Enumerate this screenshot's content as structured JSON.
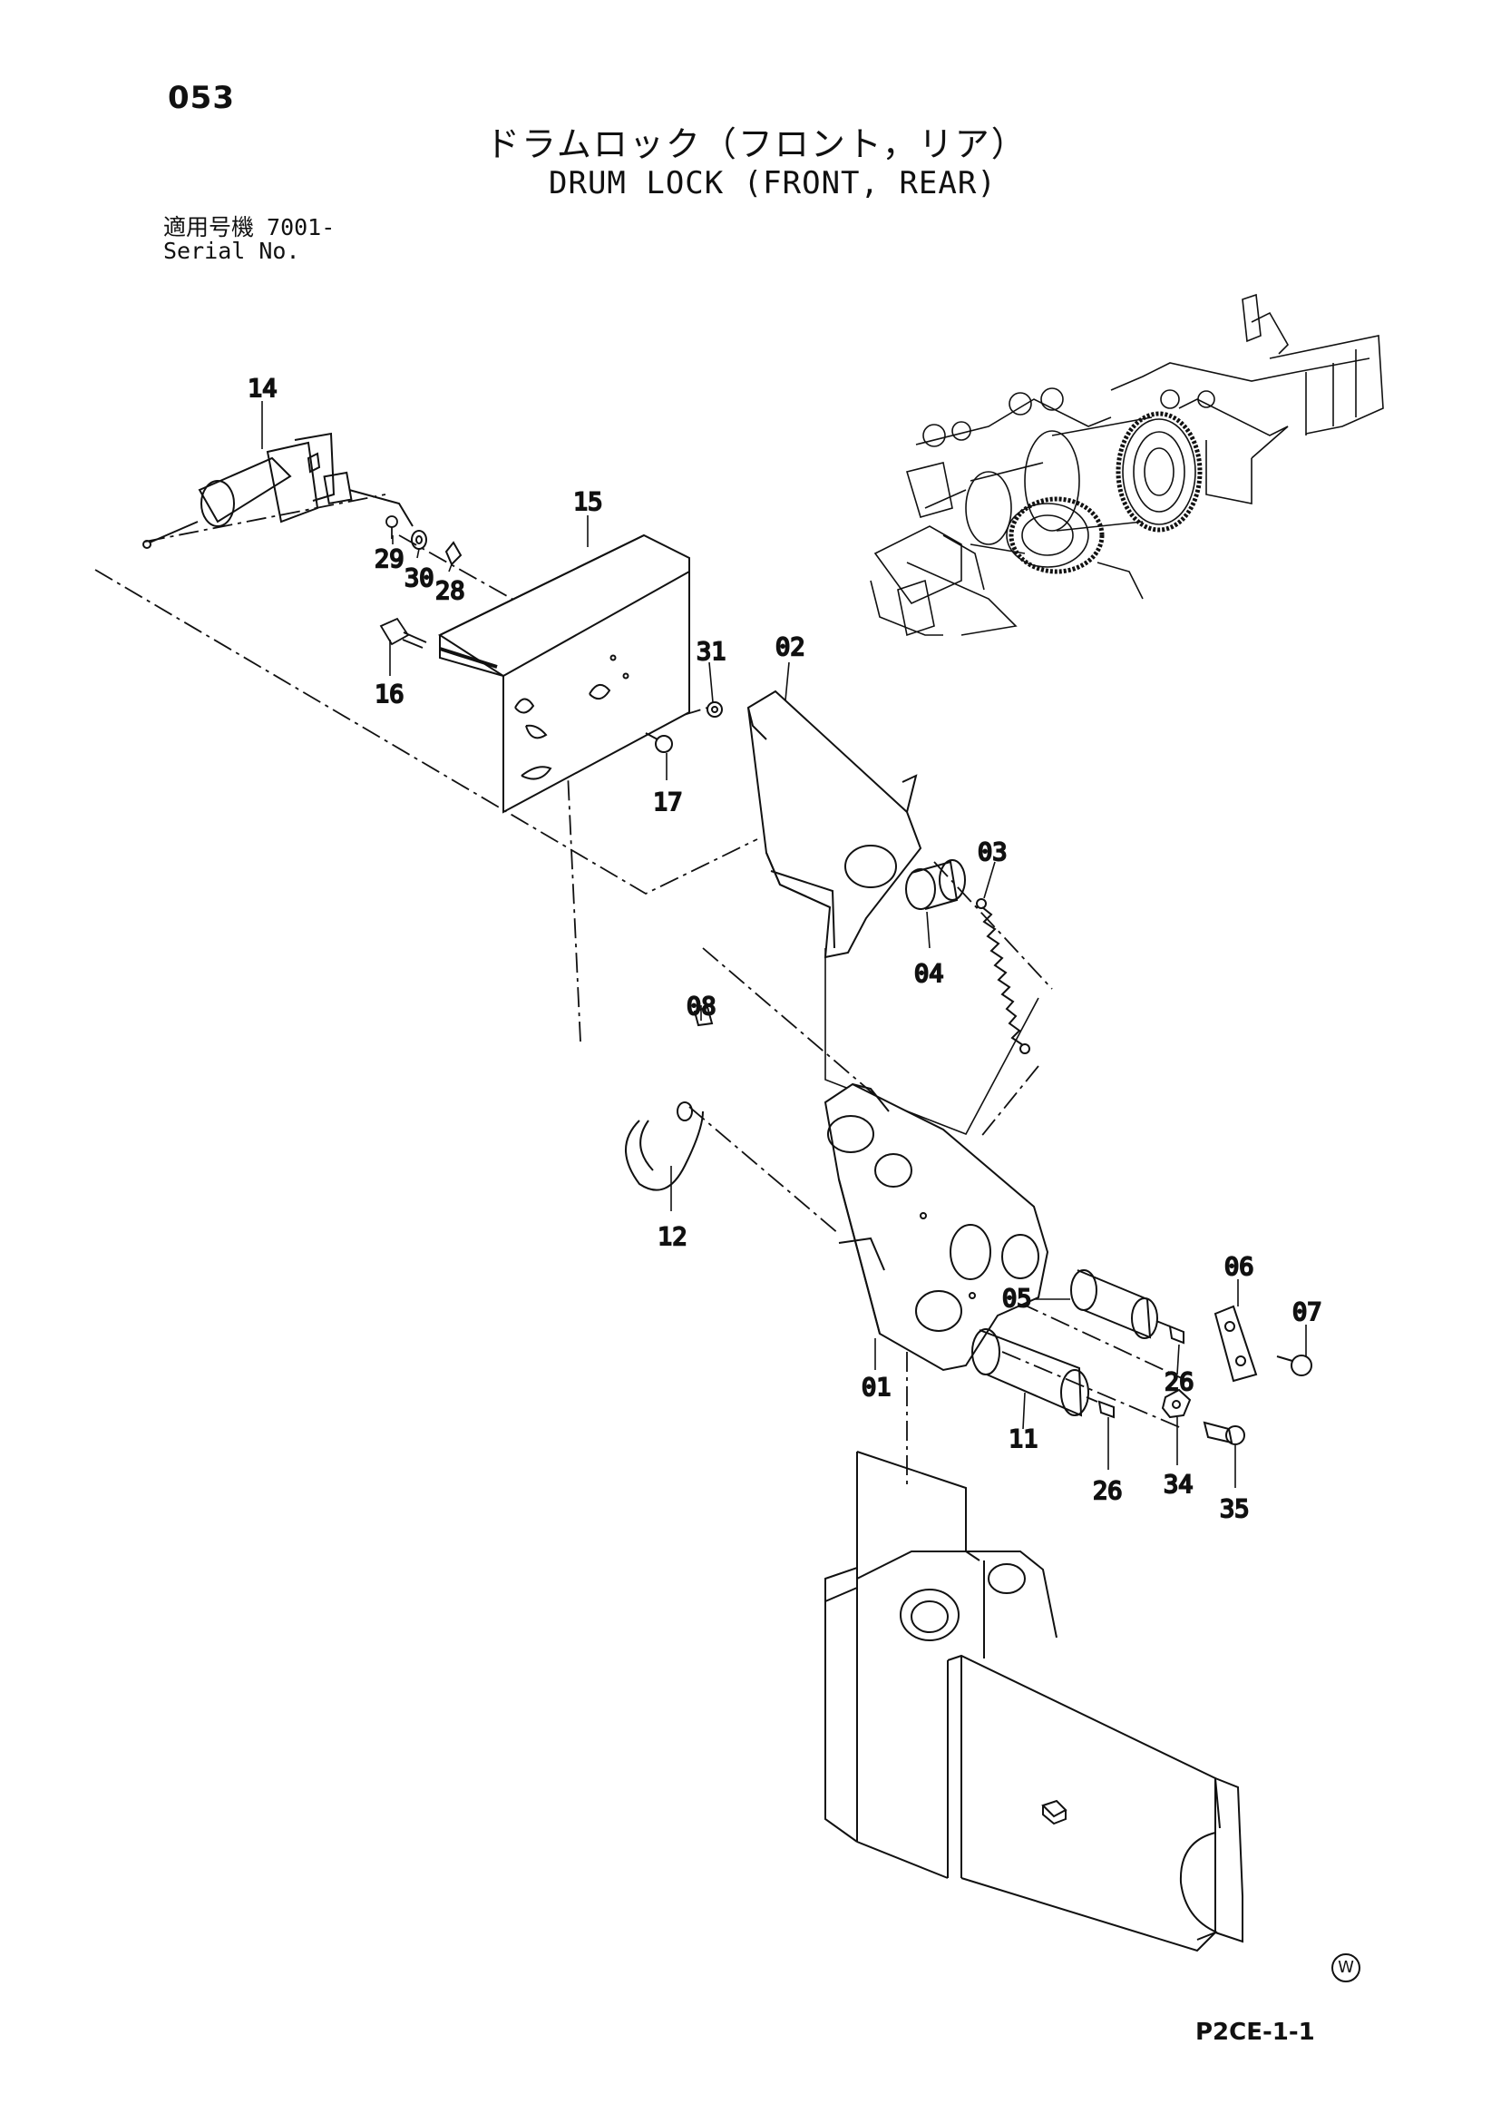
{
  "page_number": "053",
  "title_jp": "ドラムロック（フロント，リア）",
  "title_en": "DRUM LOCK (FRONT, REAR)",
  "serial": {
    "label_jp": "適用号機",
    "label_en": "Serial No.",
    "value": "7001-"
  },
  "callouts": {
    "c01": "01",
    "c02": "02",
    "c03": "03",
    "c04": "04",
    "c05": "05",
    "c06": "06",
    "c07": "07",
    "c08": "08",
    "c11": "11",
    "c12": "12",
    "c14": "14",
    "c15": "15",
    "c16": "16",
    "c17": "17",
    "c26a": "26",
    "c26b": "26",
    "c28": "28",
    "c29": "29",
    "c30": "30",
    "c31": "31",
    "c34": "34",
    "c35": "35"
  },
  "diagram_code": "P2CE-1-1",
  "watermark_letter": "W"
}
